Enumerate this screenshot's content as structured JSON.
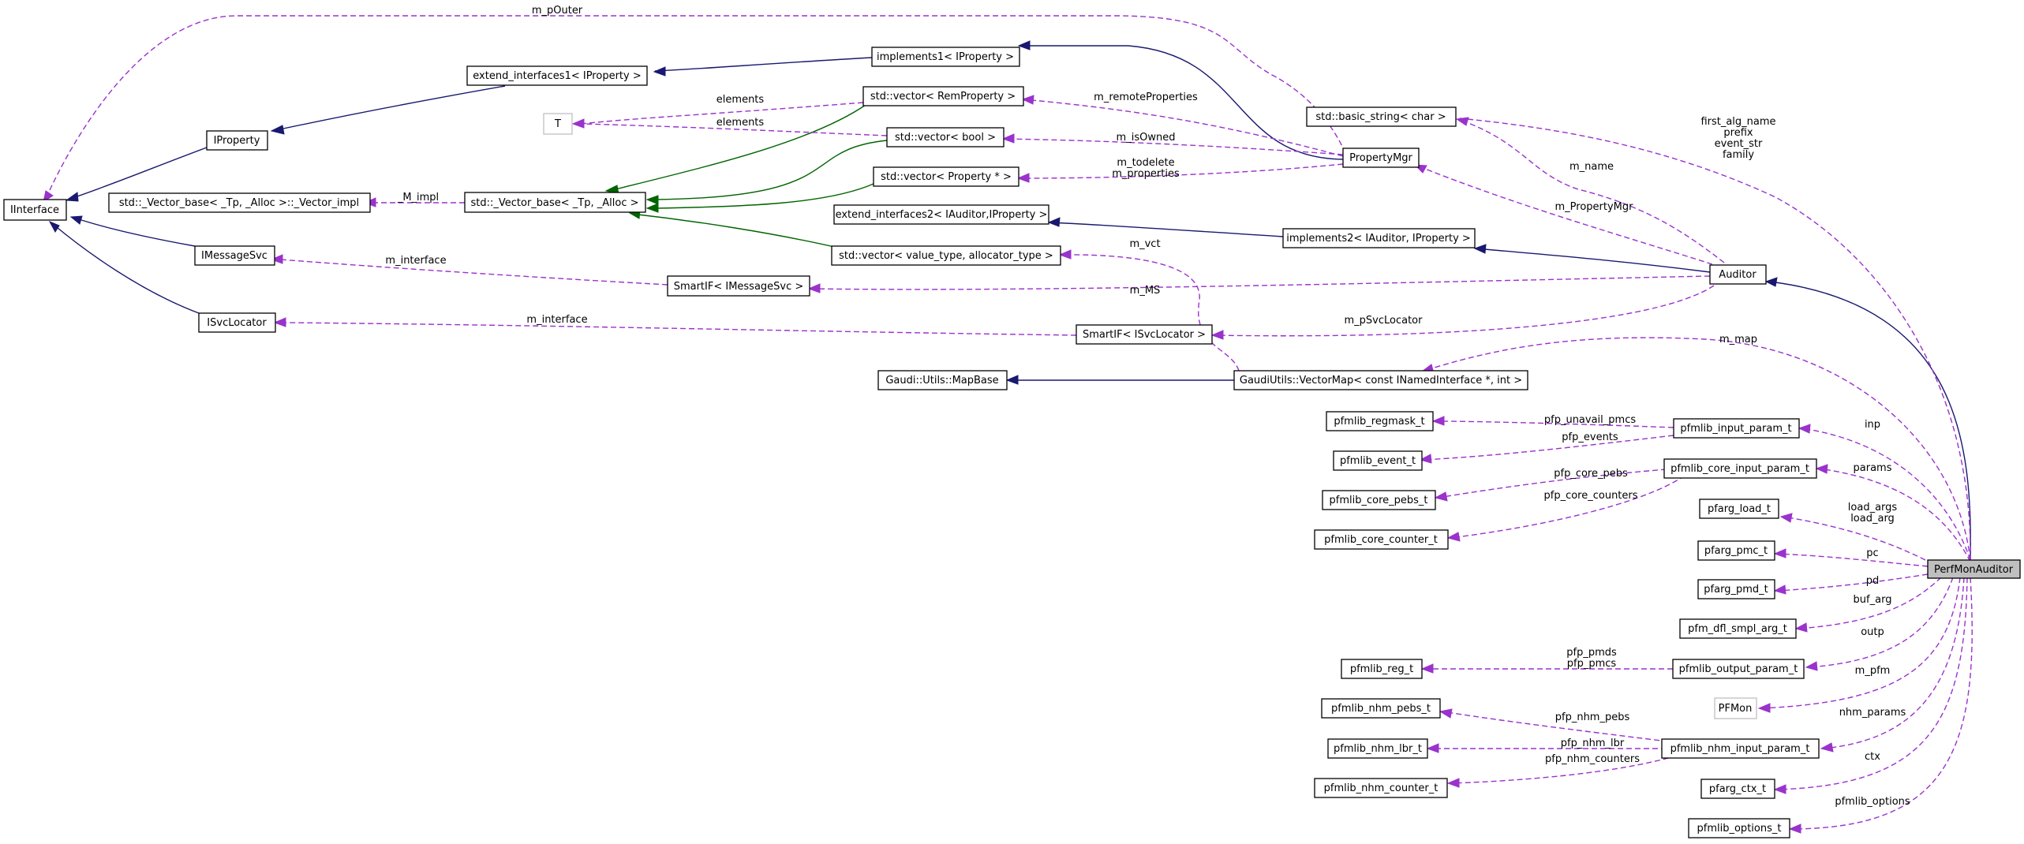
{
  "colors": {
    "inheritance": "#191970",
    "template": "#006400",
    "usage": "#9a32cd",
    "focus_fill": "#bfbfbf"
  },
  "nodes": {
    "IInterface": "IInterface",
    "IProperty": "IProperty",
    "IMessageSvc": "IMessageSvc",
    "ISvcLocator": "ISvcLocator",
    "extend_interfaces1": "extend_interfaces1< IProperty >",
    "Vector_impl": "std::_Vector_base< _Tp, _Alloc >::_Vector_impl",
    "T": "T",
    "Vector_base": "std::_Vector_base< _Tp, _Alloc >",
    "implements1": "implements1< IProperty >",
    "vec_RemProperty": "std::vector< RemProperty >",
    "vec_bool": "std::vector< bool >",
    "vec_Property": "std::vector< Property * >",
    "extend_interfaces2": "extend_interfaces2< IAuditor,IProperty >",
    "vec_value_type": "std::vector< value_type, allocator_type >",
    "SmartIF_IMessageSvc": "SmartIF< IMessageSvc >",
    "SmartIF_ISvcLocator": "SmartIF< ISvcLocator >",
    "MapBase": "Gaudi::Utils::MapBase",
    "basic_string": "std::basic_string< char >",
    "PropertyMgr": "PropertyMgr",
    "implements2": "implements2< IAuditor, IProperty >",
    "Auditor": "Auditor",
    "VectorMap": "GaudiUtils::VectorMap< const INamedInterface *, int >",
    "pfmlib_regmask_t": "pfmlib_regmask_t",
    "pfmlib_event_t": "pfmlib_event_t",
    "pfmlib_core_pebs_t": "pfmlib_core_pebs_t",
    "pfmlib_core_counter_t": "pfmlib_core_counter_t",
    "pfmlib_reg_t": "pfmlib_reg_t",
    "pfmlib_nhm_pebs_t": "pfmlib_nhm_pebs_t",
    "pfmlib_nhm_lbr_t": "pfmlib_nhm_lbr_t",
    "pfmlib_nhm_counter_t": "pfmlib_nhm_counter_t",
    "pfmlib_input_param_t": "pfmlib_input_param_t",
    "pfmlib_core_input_param_t": "pfmlib_core_input_param_t",
    "pfarg_load_t": "pfarg_load_t",
    "pfarg_pmc_t": "pfarg_pmc_t",
    "pfarg_pmd_t": "pfarg_pmd_t",
    "pfm_dfl_smpl_arg_t": "pfm_dfl_smpl_arg_t",
    "pfmlib_output_param_t": "pfmlib_output_param_t",
    "PFMon": "PFMon",
    "pfmlib_nhm_input_param_t": "pfmlib_nhm_input_param_t",
    "pfarg_ctx_t": "pfarg_ctx_t",
    "pfmlib_options_t": "pfmlib_options_t",
    "PerfMonAuditor": "PerfMonAuditor"
  },
  "edge_labels": {
    "m_pOuter": "m_pOuter",
    "elements_1": "elements",
    "elements_2": "elements",
    "M_impl": "_M_impl",
    "m_interface_1": "m_interface",
    "m_interface_2": "m_interface",
    "m_remoteProperties": "m_remoteProperties",
    "m_isOwned": "m_isOwned",
    "m_todelete": "m_todelete",
    "m_properties": "m_properties",
    "m_vct": "m_vct",
    "m_MS": "m_MS",
    "m_pSvcLocator": "m_pSvcLocator",
    "m_name": "m_name",
    "m_PropertyMgr": "m_PropertyMgr",
    "first_alg_name": "first_alg_name",
    "prefix": "prefix",
    "event_str": "event_str",
    "family": "family",
    "m_map": "m_map",
    "pfp_unavail_pmcs": "pfp_unavail_pmcs",
    "pfp_events": "pfp_events",
    "pfp_core_pebs": "pfp_core_pebs",
    "pfp_core_counters": "pfp_core_counters",
    "pfp_pmds": "pfp_pmds",
    "pfp_pmcs": "pfp_pmcs",
    "pfp_nhm_pebs": "pfp_nhm_pebs",
    "pfp_nhm_lbr": "pfp_nhm_lbr",
    "pfp_nhm_counters": "pfp_nhm_counters",
    "inp": "inp",
    "params": "params",
    "load_args": "load_args",
    "load_arg": "load_arg",
    "pc": "pc",
    "pd": "pd",
    "buf_arg": "buf_arg",
    "outp": "outp",
    "m_pfm": "m_pfm",
    "nhm_params": "nhm_params",
    "ctx": "ctx",
    "pfmlib_options": "pfmlib_options"
  }
}
